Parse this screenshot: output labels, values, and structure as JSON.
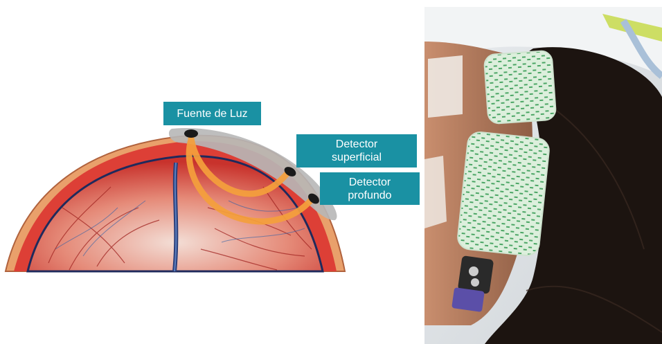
{
  "labels": {
    "light_source": "Fuente de Luz",
    "superficial_detector": "Detector\nsuperficial",
    "deep_detector": "Detector\nprofundo"
  },
  "colors": {
    "label_bg": "#1a91a3",
    "light_path": "#f5a03c",
    "scalp": "#e2453c",
    "skull": "#e9a06b",
    "sensor_pad": "#b9b9b9",
    "electrode_pad": "#d8ecd9",
    "hair": "#1c1410"
  }
}
